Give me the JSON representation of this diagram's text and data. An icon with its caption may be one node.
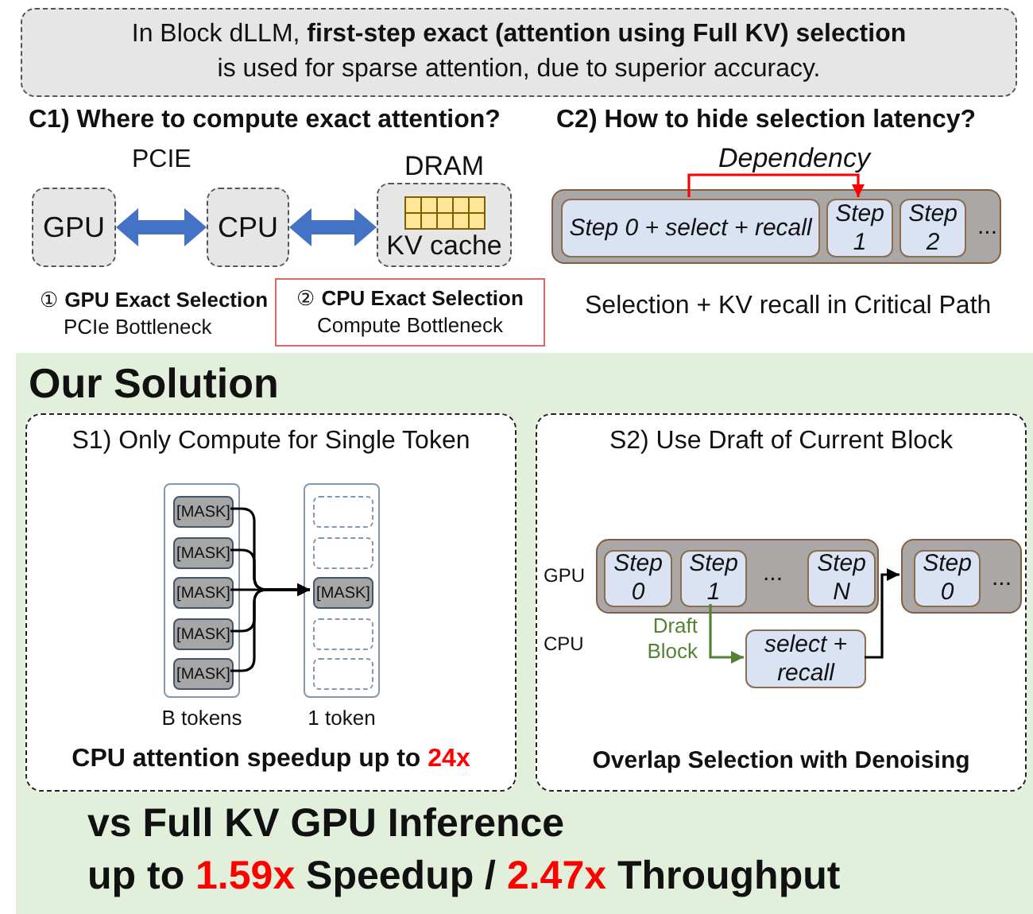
{
  "diagram": {
    "nodes": [
      {
        "text": [
          "In Block dLLM, **first-step exact (attention using Full KV) selection** is used for sparse attention, due to superior accuracy."
        ]
      },
      {
        "text": [
          "GPU"
        ]
      },
      {
        "text": [
          "CPU"
        ]
      },
      {
        "text": [
          "DRAM",
          "KV cache"
        ]
      },
      {
        "text": [],
        "shape": "bar"
      },
      {
        "text": [
          "Step 0 + select + recall"
        ],
        "in": 4
      },
      {
        "text": [
          "Step 1"
        ],
        "in": 4
      },
      {
        "text": [
          "Step 2"
        ],
        "in": 4,
        "beside": [
          "..."
        ]
      },
      {
        "text": [
          "② **CPU Exact Selection**",
          "Compute Bottleneck"
        ]
      },
      {
        "text": [
          "Our Solution",
          "vs Full KV GPU Inference",
          "up to **1.59x** Speedup / **2.47x** Throughput"
        ]
      },
      {
        "text": [
          "S1) Only Compute for Single Token",
          "CPU attention speedup up to **24x**"
        ],
        "in": 9
      },
      {
        "text": [],
        "shape": "box",
        "beside": [
          "B tokens"
        ],
        "in": 10
      },
      {
        "text": [
          "[MASK]"
        ],
        "in": 11
      },
      {
        "text": [
          "[MASK]"
        ],
        "in": 11
      },
      {
        "text": [
          "[MASK]"
        ],
        "in": 11
      },
      {
        "text": [
          "[MASK]"
        ],
        "in": 11
      },
      {
        "text": [
          "[MASK]"
        ],
        "in": 11
      },
      {
        "text": [],
        "shape": "box",
        "beside": [
          "1 token"
        ],
        "in": 10
      },
      {
        "text": [],
        "shape": "box",
        "in": 17
      },
      {
        "text": [],
        "shape": "box",
        "in": 17
      },
      {
        "text": [
          "[MASK]"
        ],
        "in": 17
      },
      {
        "text": [],
        "shape": "box",
        "in": 17
      },
      {
        "text": [],
        "shape": "box",
        "in": 17
      },
      {
        "text": [
          "S2) Use Draft of Current Block",
          "Overlap Selection with Denoising"
        ],
        "in": 9
      },
      {
        "text": [],
        "shape": "bar",
        "in": 23
      },
      {
        "text": [
          "Step 0"
        ],
        "in": 24
      },
      {
        "text": [
          "Step 1"
        ],
        "in": 24
      },
      {
        "text": [
          "Step N"
        ],
        "in": 24
      },
      {
        "text": [],
        "shape": "bar",
        "in": 23
      },
      {
        "text": [
          "Step 0"
        ],
        "in": 28,
        "beside": [
          "..."
        ]
      },
      {
        "text": [
          "select + recall"
        ],
        "in": 23
      }
    ],
    "edges": [
      {
        "from": 1,
        "to": 2,
        "arrow": "both",
        "label": "PCIE",
        "style": "thick",
        "color": "#4472c4"
      },
      {
        "from": 2,
        "to": 3,
        "arrow": "both",
        "style": "thick",
        "color": "#4472c4"
      },
      {
        "from": 5,
        "to": 6,
        "arrow": "to",
        "label": "Dependency",
        "color": "#ff0000"
      },
      {
        "from": 12,
        "to": 20,
        "arrow": "to"
      },
      {
        "from": 13,
        "to": 20,
        "arrow": "to"
      },
      {
        "from": 14,
        "to": 20,
        "arrow": "to"
      },
      {
        "from": 15,
        "to": 20,
        "arrow": "to"
      },
      {
        "from": 16,
        "to": 20,
        "arrow": "to"
      },
      {
        "from": 26,
        "to": 30,
        "arrow": "to",
        "label": "Draft Block",
        "color": "#548235"
      },
      {
        "from": 30,
        "to": 28,
        "arrow": "to"
      }
    ],
    "labels": [
      "C1) Where to compute exact attention?",
      "C2) How to hide selection latency?",
      "① **GPU Exact Selection**",
      "PCIe Bottleneck",
      "Selection + KV recall in Critical Path",
      "GPU",
      "...",
      "CPU"
    ]
  }
}
